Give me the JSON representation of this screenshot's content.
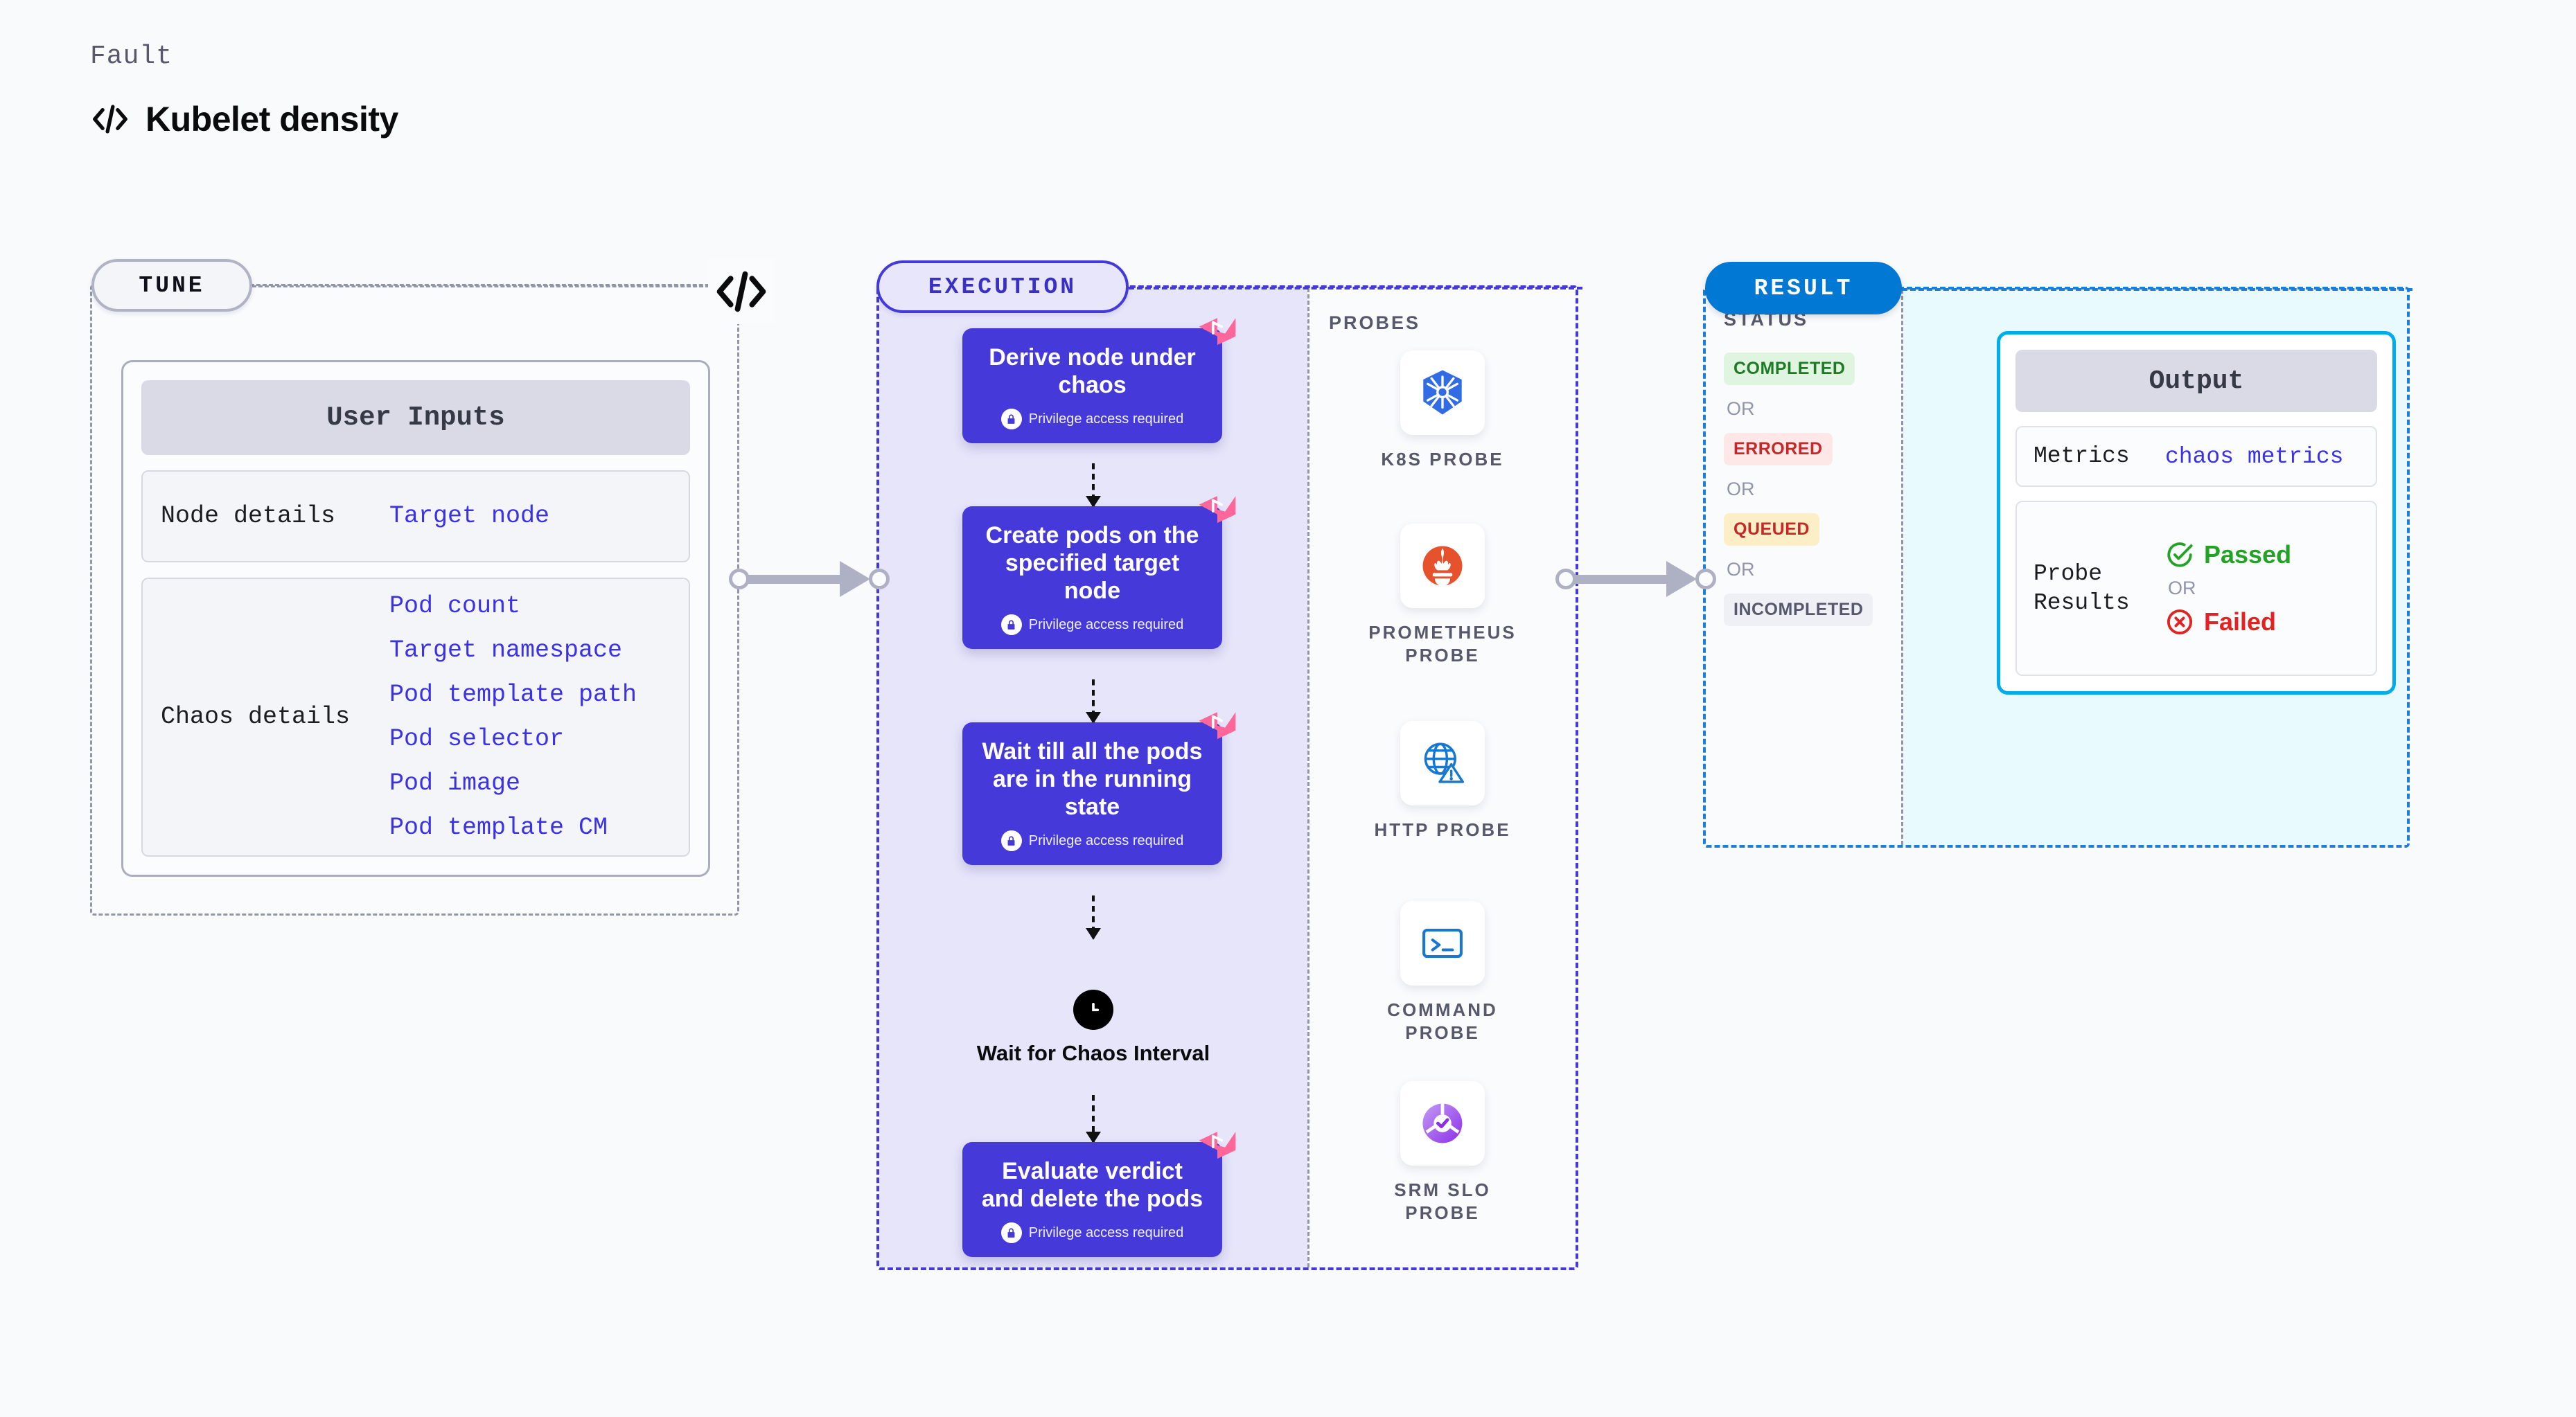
{
  "header": {
    "kicker": "Fault",
    "title": "Kubelet density",
    "icon": "code-brackets-icon"
  },
  "tune": {
    "pill_label": "TUNE",
    "card_title": "User Inputs",
    "groups": [
      {
        "label": "Node details",
        "values": [
          "Target node"
        ]
      },
      {
        "label": "Chaos details",
        "values": [
          "Pod count",
          "Target namespace",
          "Pod template path",
          "Pod selector",
          "Pod image",
          "Pod template CM"
        ]
      }
    ]
  },
  "execution": {
    "pill_label": "EXECUTION",
    "privilege_note": "Privilege access required",
    "steps": [
      {
        "title": "Derive node under chaos",
        "privileged": true,
        "flagged": true
      },
      {
        "title": "Create pods on the specified target node",
        "privileged": true,
        "flagged": true
      },
      {
        "title": "Wait till all the pods are in the running state",
        "privileged": true,
        "flagged": true
      },
      {
        "title": "Evaluate verdict and delete the pods",
        "privileged": true,
        "flagged": true
      }
    ],
    "wait_node": {
      "label": "Wait for Chaos Interval",
      "icon": "clock-icon"
    },
    "probes_title": "PROBES",
    "probes": [
      {
        "label": "K8S PROBE",
        "icon": "kubernetes-icon"
      },
      {
        "label": "PROMETHEUS PROBE",
        "icon": "prometheus-icon"
      },
      {
        "label": "HTTP PROBE",
        "icon": "globe-warning-icon"
      },
      {
        "label": "COMMAND PROBE",
        "icon": "terminal-icon"
      },
      {
        "label": "SRM SLO PROBE",
        "icon": "slo-gauge-icon"
      }
    ]
  },
  "result": {
    "pill_label": "RESULT",
    "status_title": "STATUS",
    "or_label": "OR",
    "statuses": [
      {
        "label": "COMPLETED",
        "bg": "#DFF5E0",
        "fg": "#1E7A24"
      },
      {
        "label": "ERRORED",
        "bg": "#FDE7E7",
        "fg": "#C62828"
      },
      {
        "label": "QUEUED",
        "bg": "#FCEFC7",
        "fg": "#C62828"
      },
      {
        "label": "INCOMPLETED",
        "bg": "#EFF0F5",
        "fg": "#56596B"
      }
    ],
    "output": {
      "title": "Output",
      "metrics_label": "Metrics",
      "metrics_value": "chaos metrics",
      "probe_results_label": "Probe Results",
      "or_label": "OR",
      "passed_label": "Passed",
      "failed_label": "Failed",
      "passed_color": "#23A326",
      "failed_color": "#E32222"
    }
  },
  "colors": {
    "indigo": "#4539D9",
    "lavender_bg": "#E6E5FA",
    "result_blue": "#0278D5",
    "cyan_border": "#00ACE9",
    "cyan_bg": "#E9FAFE",
    "pink_flag": "#FF6699",
    "link_blue": "#3A31E8"
  }
}
